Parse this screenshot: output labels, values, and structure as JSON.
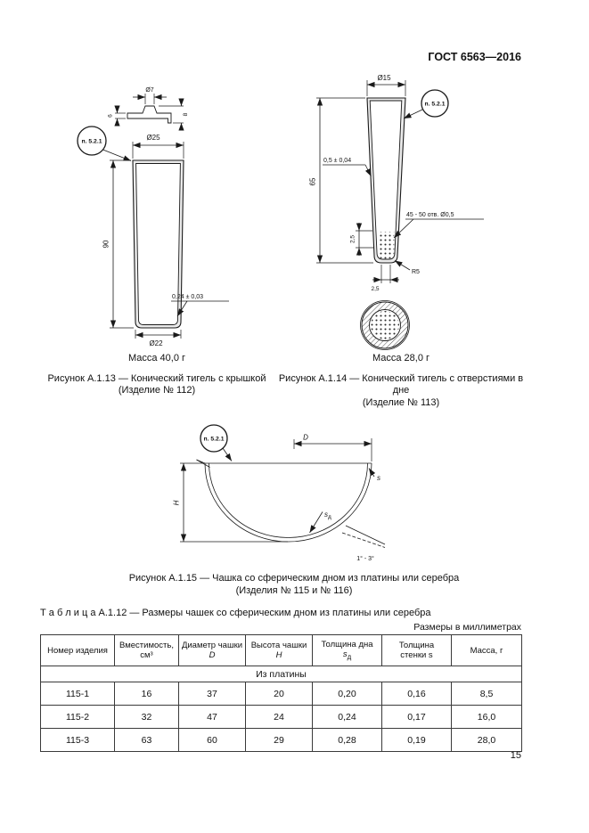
{
  "doc": {
    "standard": "ГОСТ 6563—2016",
    "page_number": "15",
    "accent_color": "#111111"
  },
  "fig113": {
    "callout": "п. 5.2.1",
    "dims": {
      "lid_diameter": "Ø7",
      "lid_left": "6",
      "lid_right": "8",
      "top_diameter": "Ø25",
      "height": "90",
      "wall": "0,24 ± 0,03",
      "bottom_diameter": "Ø22"
    },
    "mass": "Масса 40,0 г",
    "caption": "Рисунок А.1.13 — Конический тигель с крышкой",
    "caption2": "(Изделие № 112)"
  },
  "fig114": {
    "callout": "п. 5.2.1",
    "dims": {
      "top_diameter": "Ø15",
      "height": "65",
      "wall": "0,5 ± 0,04",
      "holes": "45 - 50 отв. Ø0,5",
      "zone_height": "2,5",
      "radius": "R5",
      "bottom_width": "2,5"
    },
    "mass": "Масса 28,0 г",
    "caption": "Рисунок А.1.14 — Конический тигель с отверстиями в дне",
    "caption2": "(Изделие № 113)"
  },
  "fig115": {
    "callout": "п. 5.2.1",
    "dims": {
      "diameter": "D",
      "height": "H",
      "wall": "s",
      "bottom_sym": "s",
      "bottom_sub": "д",
      "angle": "1° - 3°"
    },
    "caption": "Рисунок А.1.15 — Чашка со сферическим дном из платины или серебра",
    "caption2": "(Изделия № 115 и № 116)"
  },
  "table": {
    "title": "Т а б л и ц а   А.1.12 — Размеры чашек со сферическим дном из платины или серебра",
    "units_note": "Размеры в миллиметрах",
    "headers": [
      {
        "l1": "Номер изделия"
      },
      {
        "l1": "Вместимость,",
        "l2": "см³"
      },
      {
        "l1": "Диаметр чашки",
        "l2": "D"
      },
      {
        "l1": "Высота чашки",
        "l2": "H"
      },
      {
        "l1": "Толщина дна",
        "sym": "s",
        "sub": "д"
      },
      {
        "l1": "Толщина",
        "l2": "стенки s"
      },
      {
        "l1": "Масса, г"
      }
    ],
    "section": "Из платины",
    "rows": [
      [
        "115-1",
        "16",
        "37",
        "20",
        "0,20",
        "0,16",
        "8,5"
      ],
      [
        "115-2",
        "32",
        "47",
        "24",
        "0,24",
        "0,17",
        "16,0"
      ],
      [
        "115-3",
        "63",
        "60",
        "29",
        "0,28",
        "0,19",
        "28,0"
      ]
    ]
  }
}
